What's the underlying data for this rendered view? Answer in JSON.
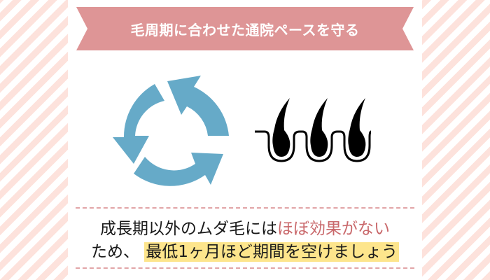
{
  "banner": {
    "title": "毛周期に合わせた通院ペースを守る",
    "color": "#de9596"
  },
  "icons": {
    "cycle": {
      "name": "cycle-arrows-icon",
      "color": "#66aac8"
    },
    "hair": {
      "name": "hair-follicle-icon",
      "color": "#000000"
    }
  },
  "message": {
    "line1_plain": "成長期以外のムダ毛には",
    "line1_accent": "ほぼ効果がない",
    "line2_plain": "ため、",
    "line2_highlight": "最低1ヶ月ほど期間を空けましょう",
    "accent_color": "#c9686b",
    "highlight_color": "#fde58c"
  },
  "background": {
    "stripe_color": "#fde2dc",
    "divider_color": "#e2a5a7"
  }
}
